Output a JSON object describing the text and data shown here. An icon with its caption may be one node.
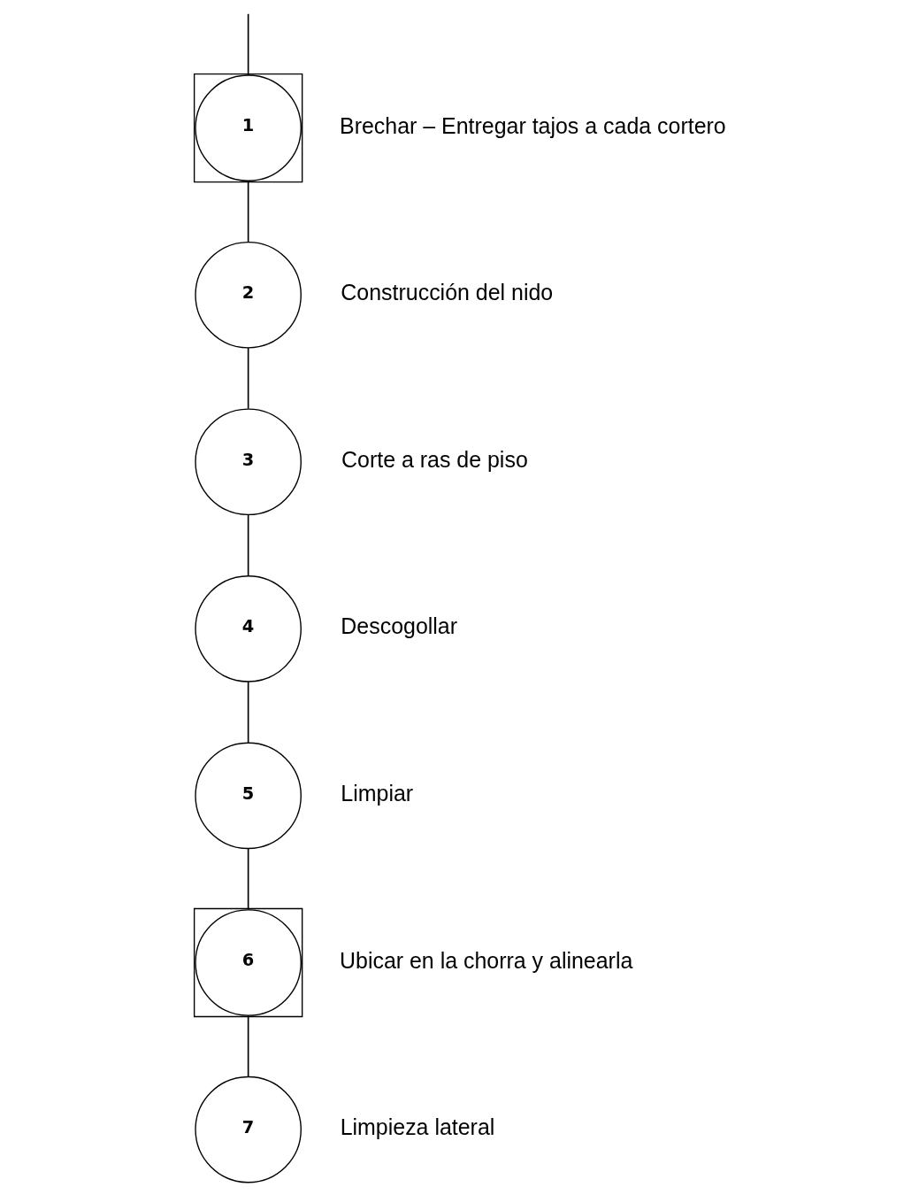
{
  "diagram": {
    "nodes": [
      {
        "text": [],
        "shape": "box"
      },
      {
        "text": [
          "1"
        ],
        "beside": [
          "Brechar – Entregar tajos a cada cortero"
        ],
        "in": 0
      },
      {
        "text": [
          "2"
        ],
        "beside": [
          "Construcción del nido"
        ]
      },
      {
        "text": [
          "3"
        ],
        "beside": [
          "Corte a ras de piso"
        ]
      },
      {
        "text": [
          "4"
        ],
        "beside": [
          "Descogollar"
        ]
      },
      {
        "text": [
          "5"
        ],
        "beside": [
          "Limpiar"
        ]
      },
      {
        "text": [],
        "shape": "box"
      },
      {
        "text": [
          "6"
        ],
        "beside": [
          "Ubicar en la chorra y alinearla"
        ],
        "in": 6
      },
      {
        "text": [
          "7"
        ],
        "beside": [
          "Limpieza lateral"
        ]
      }
    ],
    "edges": [
      {
        "from": null,
        "to": 1,
        "arrow": "none"
      },
      {
        "from": 1,
        "to": 2,
        "arrow": "none"
      },
      {
        "from": 2,
        "to": 3,
        "arrow": "none"
      },
      {
        "from": 3,
        "to": 4,
        "arrow": "none"
      },
      {
        "from": 4,
        "to": 5,
        "arrow": "none"
      },
      {
        "from": 5,
        "to": 7,
        "arrow": "none"
      },
      {
        "from": 7,
        "to": 8,
        "arrow": "none"
      }
    ]
  }
}
